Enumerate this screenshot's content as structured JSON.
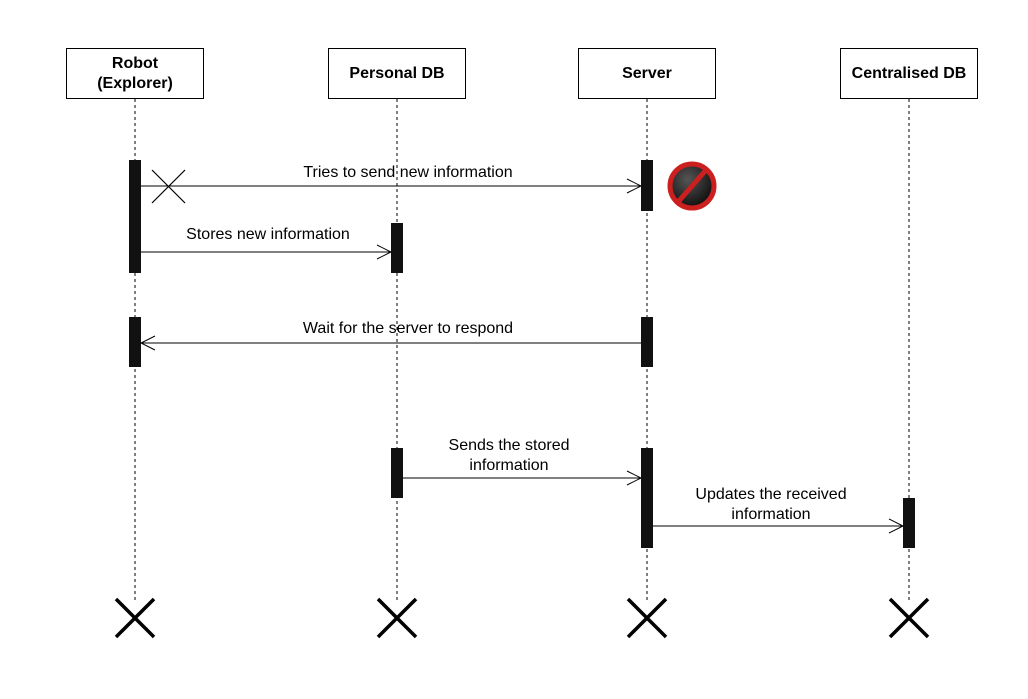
{
  "participants": [
    {
      "name": "Robot\n(Explorer)"
    },
    {
      "name": "Personal DB"
    },
    {
      "name": "Server"
    },
    {
      "name": "Centralised DB"
    }
  ],
  "messages": [
    {
      "label": "Tries to send new information",
      "from": "Robot (Explorer)",
      "to": "Server",
      "style": "open-arrow",
      "failed": true
    },
    {
      "label": "Stores new information",
      "from": "Robot (Explorer)",
      "to": "Personal DB",
      "style": "open-arrow"
    },
    {
      "label": "Wait for the server to respond",
      "from": "Server",
      "to": "Robot (Explorer)",
      "style": "open-arrow"
    },
    {
      "label": "Sends the stored\ninformation",
      "from": "Personal DB",
      "to": "Server",
      "style": "open-arrow"
    },
    {
      "label": "Updates the received\ninformation",
      "from": "Server",
      "to": "Centralised DB",
      "style": "open-arrow"
    }
  ],
  "icons": {
    "failure": "prohibited-icon",
    "failure_color": "#cc1f1f",
    "lost_message": "cross-icon",
    "lifeline_end": "destroy-icon"
  },
  "colors": {
    "line": "#000000",
    "activation": "#111111",
    "background": "#ffffff"
  }
}
